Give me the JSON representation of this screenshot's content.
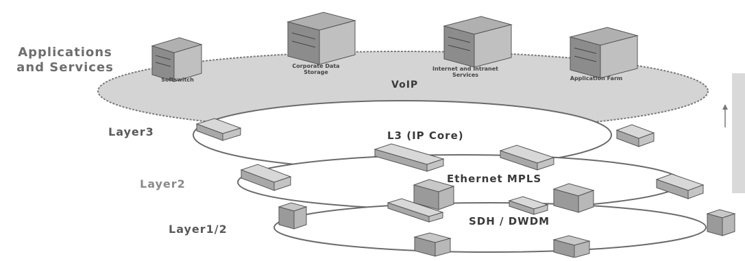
{
  "layers": {
    "applications": "Applications and Services",
    "layer3": "Layer3",
    "layer2": "Layer2",
    "layer1_2": "Layer1/2"
  },
  "rings": {
    "voip": "VoIP",
    "l3": "L3 (IP Core)",
    "ethernet": "Ethernet MPLS",
    "sdh": "SDH / DWDM"
  },
  "servers": [
    {
      "label": "Softswitch"
    },
    {
      "label": "Corporate Data Storage"
    },
    {
      "label": "Internet and Intranet Services"
    },
    {
      "label": "Application Farm"
    }
  ],
  "colors": {
    "app_fill": "#d4d4d4",
    "ring_stroke": "#6a6a6a",
    "device": "#9a9a9a"
  }
}
